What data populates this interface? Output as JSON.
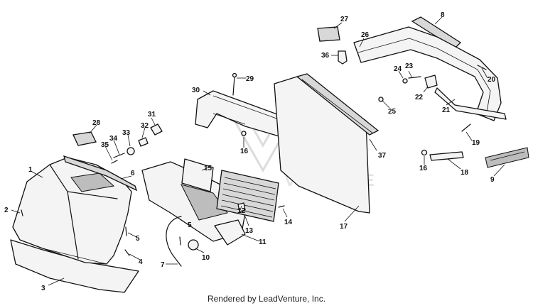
{
  "watermark": {
    "text": "VENTURE"
  },
  "footer": {
    "text": "Rendered by LeadVenture, Inc."
  },
  "callouts": [
    {
      "id": "c1",
      "text": "1"
    },
    {
      "id": "c2",
      "text": "2"
    },
    {
      "id": "c3",
      "text": "3"
    },
    {
      "id": "c4",
      "text": "4"
    },
    {
      "id": "c5a",
      "text": "5"
    },
    {
      "id": "c5b",
      "text": "5"
    },
    {
      "id": "c6",
      "text": "6"
    },
    {
      "id": "c7",
      "text": "7"
    },
    {
      "id": "c8",
      "text": "8"
    },
    {
      "id": "c9",
      "text": "9"
    },
    {
      "id": "c10",
      "text": "10"
    },
    {
      "id": "c11",
      "text": "11"
    },
    {
      "id": "c12",
      "text": "12"
    },
    {
      "id": "c13",
      "text": "13"
    },
    {
      "id": "c14",
      "text": "14"
    },
    {
      "id": "c15",
      "text": "15"
    },
    {
      "id": "c16a",
      "text": "16"
    },
    {
      "id": "c16b",
      "text": "16"
    },
    {
      "id": "c17",
      "text": "17"
    },
    {
      "id": "c18",
      "text": "18"
    },
    {
      "id": "c19",
      "text": "19"
    },
    {
      "id": "c20",
      "text": "20"
    },
    {
      "id": "c21",
      "text": "21"
    },
    {
      "id": "c22",
      "text": "22"
    },
    {
      "id": "c23",
      "text": "23"
    },
    {
      "id": "c24",
      "text": "24"
    },
    {
      "id": "c25",
      "text": "25"
    },
    {
      "id": "c26",
      "text": "26"
    },
    {
      "id": "c27",
      "text": "27"
    },
    {
      "id": "c28",
      "text": "28"
    },
    {
      "id": "c29",
      "text": "29"
    },
    {
      "id": "c30",
      "text": "30"
    },
    {
      "id": "c31",
      "text": "31"
    },
    {
      "id": "c32",
      "text": "32"
    },
    {
      "id": "c33",
      "text": "33"
    },
    {
      "id": "c34",
      "text": "34"
    },
    {
      "id": "c35",
      "text": "35"
    },
    {
      "id": "c36",
      "text": "36"
    },
    {
      "id": "c37",
      "text": "37"
    }
  ]
}
